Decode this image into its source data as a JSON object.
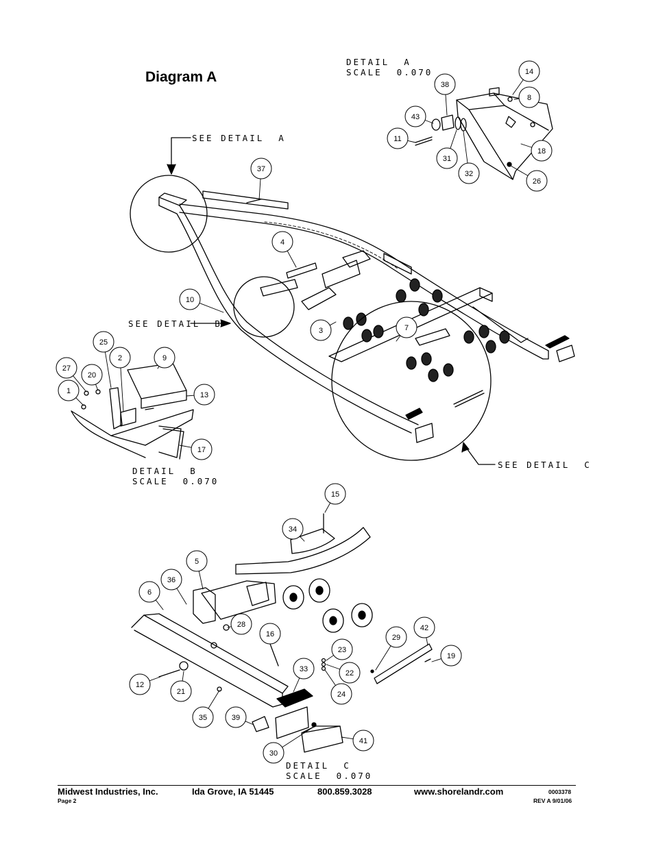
{
  "title": "Diagram A",
  "details": {
    "a": {
      "line1": "DETAIL  A",
      "line2": "SCALE  0.070",
      "see": "SEE DETAIL  A"
    },
    "b": {
      "line1": "DETAIL  B",
      "line2": "SCALE  0.070",
      "see": "SEE DETAIL  B"
    },
    "c": {
      "line1": "DETAIL  C",
      "line2": "SCALE  0.070",
      "see": "SEE DETAIL  C"
    }
  },
  "callouts": {
    "detail_a": [
      "14",
      "38",
      "8",
      "43",
      "11",
      "31",
      "32",
      "18",
      "26"
    ],
    "main": [
      "37",
      "4",
      "10",
      "3",
      "7"
    ],
    "detail_b": [
      "25",
      "2",
      "9",
      "27",
      "20",
      "1",
      "13",
      "17"
    ],
    "detail_c": [
      "15",
      "34",
      "5",
      "36",
      "6",
      "28",
      "16",
      "23",
      "22",
      "24",
      "29",
      "42",
      "19",
      "12",
      "21",
      "33",
      "35",
      "39",
      "41",
      "30"
    ]
  },
  "footer": {
    "company": "Midwest Industries, Inc.",
    "city": "Ida Grove, IA  51445",
    "phone": "800.859.3028",
    "web": "www.shorelandr.com",
    "docnum": "0003378",
    "page": "Page 2",
    "rev": "REV A  9/01/06"
  }
}
